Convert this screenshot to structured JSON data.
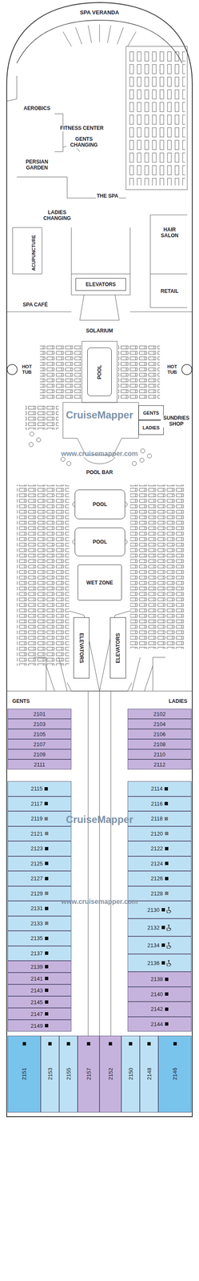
{
  "diagram": {
    "nodes": [
      {
        "text": [
          "ELEVATORS"
        ]
      },
      {
        "text": [
          "POOL"
        ]
      },
      {
        "text": [
          "GENTS"
        ]
      },
      {
        "text": [
          "LADIES"
        ]
      },
      {
        "text": [
          "POOL"
        ]
      },
      {
        "text": [
          "POOL"
        ]
      },
      {
        "text": [
          "WET ZONE"
        ]
      },
      {
        "text": [
          "ELEVATORS"
        ]
      },
      {
        "text": [
          "ELEVATORS"
        ]
      },
      {
        "text": [
          "2101"
        ]
      },
      {
        "text": [
          "2102"
        ]
      },
      {
        "text": [
          "2103"
        ]
      },
      {
        "text": [
          "2104"
        ]
      },
      {
        "text": [
          "2105"
        ]
      },
      {
        "text": [
          "2106"
        ]
      },
      {
        "text": [
          "2107"
        ]
      },
      {
        "text": [
          "2108"
        ]
      },
      {
        "text": [
          "2109"
        ]
      },
      {
        "text": [
          "2110"
        ]
      },
      {
        "text": [
          "2111"
        ]
      },
      {
        "text": [
          "2112"
        ]
      },
      {
        "text": [
          "2115"
        ]
      },
      {
        "text": [
          "2117"
        ]
      },
      {
        "text": [
          "2119"
        ]
      },
      {
        "text": [
          "2121"
        ]
      },
      {
        "text": [
          "2123"
        ]
      },
      {
        "text": [
          "2125"
        ]
      },
      {
        "text": [
          "2127"
        ]
      },
      {
        "text": [
          "2129"
        ]
      },
      {
        "text": [
          "2131"
        ]
      },
      {
        "text": [
          "2133"
        ]
      },
      {
        "text": [
          "2135"
        ]
      },
      {
        "text": [
          "2137"
        ]
      },
      {
        "text": [
          "2114"
        ]
      },
      {
        "text": [
          "2116"
        ]
      },
      {
        "text": [
          "2118"
        ]
      },
      {
        "text": [
          "2120"
        ]
      },
      {
        "text": [
          "2122"
        ]
      },
      {
        "text": [
          "2124"
        ]
      },
      {
        "text": [
          "2126"
        ]
      },
      {
        "text": [
          "2128"
        ]
      },
      {
        "text": [
          "2130"
        ]
      },
      {
        "text": [
          "2132"
        ]
      },
      {
        "text": [
          "2134"
        ]
      },
      {
        "text": [
          "2136"
        ]
      },
      {
        "text": [
          "2139"
        ]
      },
      {
        "text": [
          "2141"
        ]
      },
      {
        "text": [
          "2143"
        ]
      },
      {
        "text": [
          "2145"
        ]
      },
      {
        "text": [
          "2147"
        ]
      },
      {
        "text": [
          "2149"
        ]
      },
      {
        "text": [
          "2138"
        ]
      },
      {
        "text": [
          "2140"
        ]
      },
      {
        "text": [
          "2142"
        ]
      },
      {
        "text": [
          "2144"
        ]
      },
      {
        "text": [
          "2151"
        ]
      },
      {
        "text": [
          "2153"
        ]
      },
      {
        "text": [
          "2155"
        ]
      },
      {
        "text": [
          "2157"
        ]
      },
      {
        "text": [
          "2152"
        ]
      },
      {
        "text": [
          "2150"
        ]
      },
      {
        "text": [
          "2148"
        ]
      },
      {
        "text": [
          "2146"
        ]
      }
    ],
    "labels": [
      "SPA VERANDA",
      "AEROBICS",
      "FITNESS CENTER",
      "GENTS CHANGING",
      "PERSIAN GARDEN",
      "THE SPA",
      "LADIES CHANGING",
      "ACUPUNCTURE",
      "HAIR SALON",
      "RETAIL",
      "SPA CAFÉ",
      "SOLARIUM",
      "HOT TUB",
      "HOT TUB",
      "SUNDRIES SHOP",
      "POOL BAR",
      "GENTS",
      "LADIES",
      "CruiseMapper",
      "www.cruisemapper.com",
      "CruiseMapper",
      "www.cruisemapper.com"
    ]
  }
}
